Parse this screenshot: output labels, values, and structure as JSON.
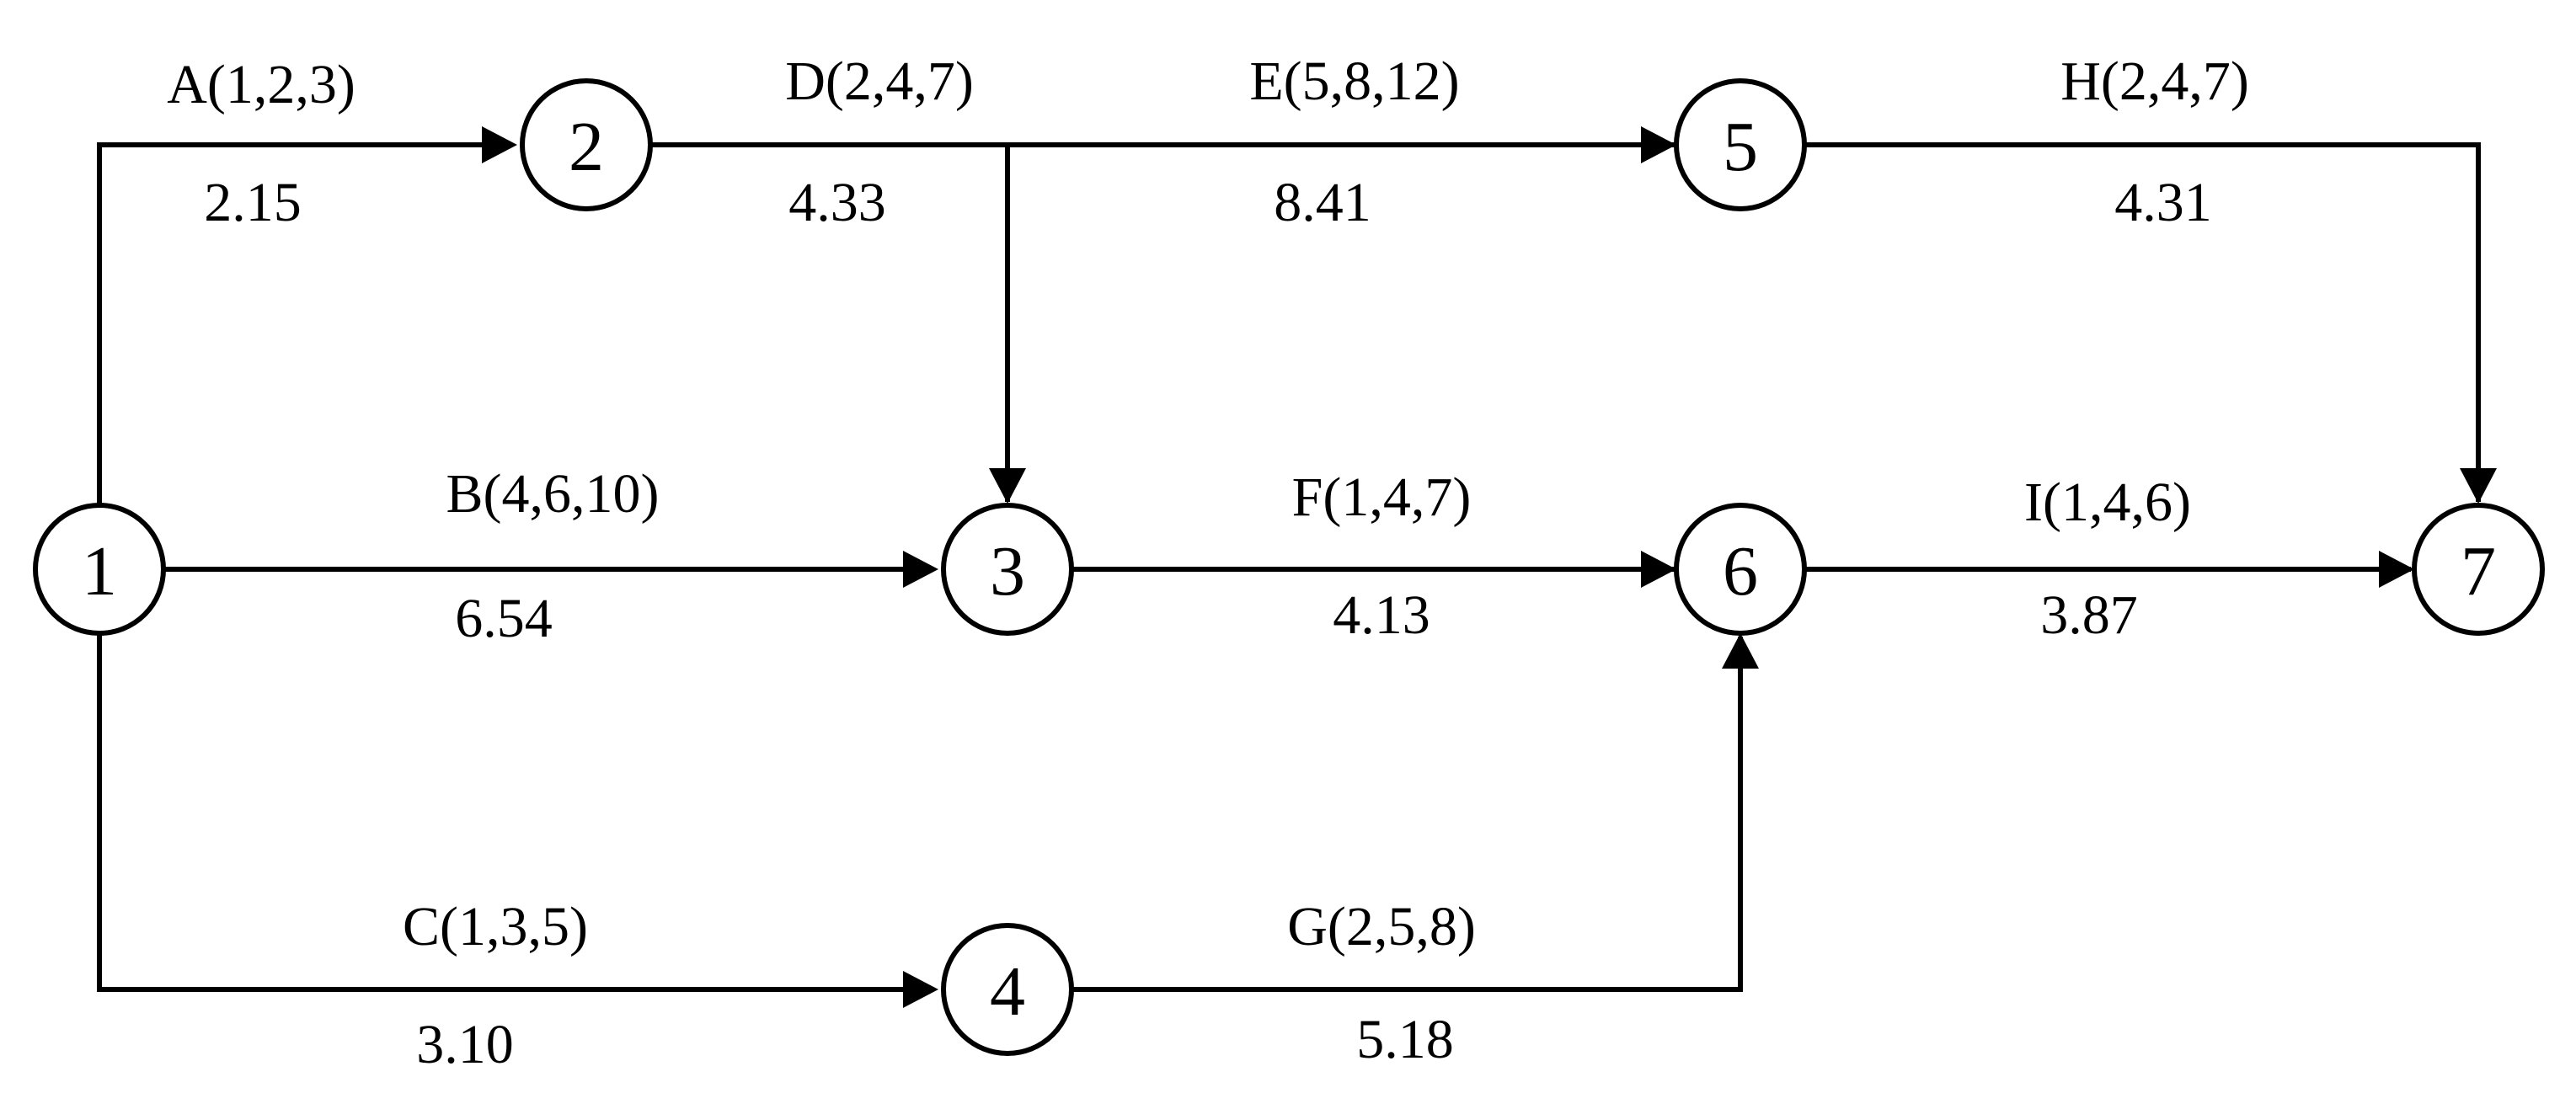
{
  "diagram": {
    "nodes": [
      {
        "id": "1",
        "label": "1"
      },
      {
        "id": "2",
        "label": "2"
      },
      {
        "id": "3",
        "label": "3"
      },
      {
        "id": "4",
        "label": "4"
      },
      {
        "id": "5",
        "label": "5"
      },
      {
        "id": "6",
        "label": "6"
      },
      {
        "id": "7",
        "label": "7"
      }
    ],
    "activities": [
      {
        "id": "A",
        "from": "1",
        "to": "2",
        "label": "A(1,2,3)",
        "duration": "2.15"
      },
      {
        "id": "B",
        "from": "1",
        "to": "3",
        "label": "B(4,6,10)",
        "duration": "6.54"
      },
      {
        "id": "C",
        "from": "1",
        "to": "4",
        "label": "C(1,3,5)",
        "duration": "3.10"
      },
      {
        "id": "D",
        "from": "2",
        "to": "3",
        "label": "D(2,4,7)",
        "duration": "4.33"
      },
      {
        "id": "E",
        "from": "2",
        "to": "5",
        "label": "E(5,8,12)",
        "duration": "8.41"
      },
      {
        "id": "F",
        "from": "3",
        "to": "6",
        "label": "F(1,4,7)",
        "duration": "4.13"
      },
      {
        "id": "G",
        "from": "4",
        "to": "6",
        "label": "G(2,5,8)",
        "duration": "5.18"
      },
      {
        "id": "H",
        "from": "5",
        "to": "7",
        "label": "H(2,4,7)",
        "duration": "4.31"
      },
      {
        "id": "I",
        "from": "6",
        "to": "7",
        "label": "I(1,4,6)",
        "duration": "3.87"
      }
    ]
  }
}
